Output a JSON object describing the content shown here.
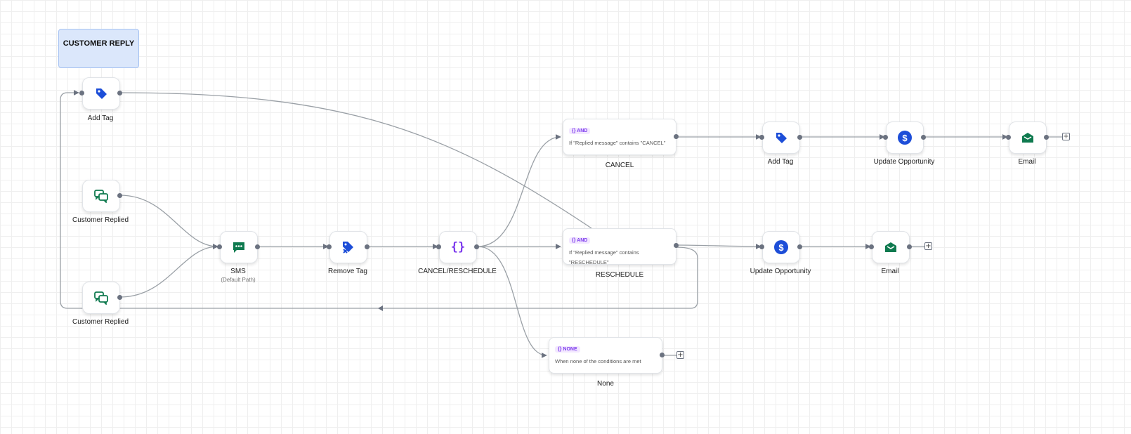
{
  "group": {
    "title": "CUSTOMER REPLY"
  },
  "nodes": {
    "add_tag_top": {
      "label": "Add Tag"
    },
    "customer_replied_1": {
      "label": "Customer Replied"
    },
    "customer_replied_2": {
      "label": "Customer Replied"
    },
    "sms": {
      "label": "SMS",
      "sublabel": "(Default Path)"
    },
    "remove_tag": {
      "label": "Remove Tag"
    },
    "cancel_reschedule": {
      "label": "CANCEL/RESCHEDULE",
      "icon_text": "{}"
    },
    "add_tag_right": {
      "label": "Add Tag"
    },
    "update_opp_top": {
      "label": "Update Opportunity",
      "icon_text": "$"
    },
    "email_top": {
      "label": "Email"
    },
    "update_opp_mid": {
      "label": "Update Opportunity",
      "icon_text": "$"
    },
    "email_mid": {
      "label": "Email"
    }
  },
  "conditions": {
    "cancel": {
      "tag": "{} AND",
      "text": "If \"Replied message\" contains \"CANCEL\"",
      "label": "CANCEL"
    },
    "reschedule": {
      "tag": "{} AND",
      "text_line1": "If \"Replied message\" contains",
      "text_line2": "\"RESCHEDULE\"",
      "label": "RESCHEDULE"
    },
    "none": {
      "tag": "{} NONE",
      "text": "When none of the conditions are met",
      "label": "None"
    }
  },
  "plus_symbol": "+",
  "colors": {
    "tag_blue": "#1d4ed8",
    "green": "#0f7a4f",
    "purple": "#7c3aed",
    "group_bg": "#dbe7fb",
    "wire": "#9aa0a6"
  },
  "icons": {
    "add_tag": "tag-icon",
    "customer_replied": "chat-bubbles-icon",
    "sms": "sms-message-icon",
    "remove_tag": "tag-remove-icon",
    "cancel_reschedule": "braces-icon",
    "update_opportunity": "dollar-icon",
    "email": "envelope-open-icon"
  }
}
